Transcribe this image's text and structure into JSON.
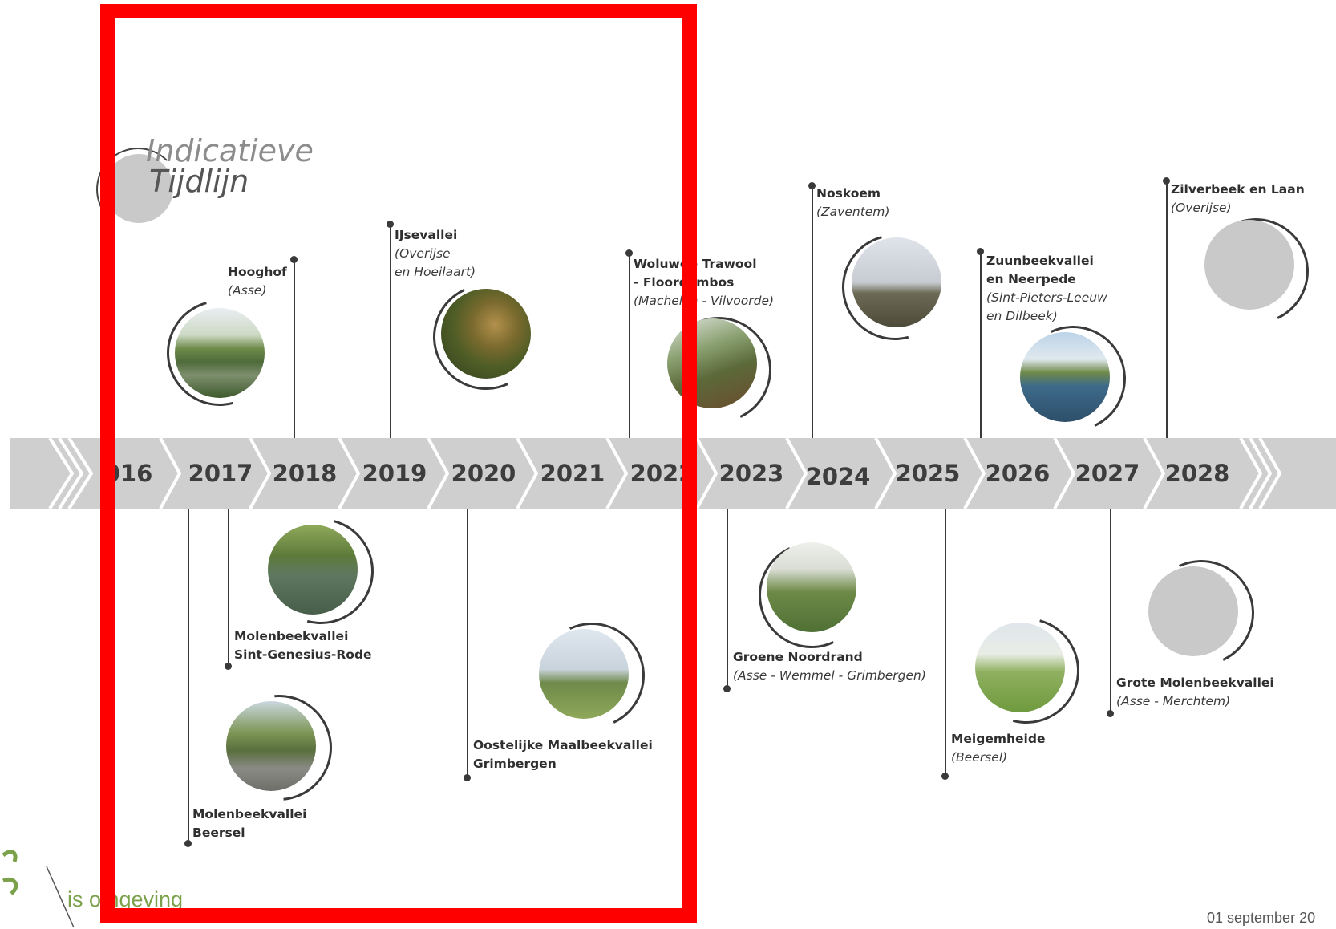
{
  "title": {
    "line1": "Indicatieve",
    "line2": "Tijdlijn"
  },
  "years": [
    "016",
    "2017",
    "2018",
    "2019",
    "2020",
    "2021",
    "2022",
    "2023",
    "2024",
    "2025",
    "2026",
    "2027",
    "2028"
  ],
  "projects": {
    "hooghof": {
      "name": "Hooghof",
      "sub": "(Asse)"
    },
    "ijsevallei": {
      "name": "IJsevallei",
      "sub1": "(Overijse",
      "sub2": "en Hoeilaart)"
    },
    "woluwe": {
      "name": "Woluwe - Trawool",
      "name2": "- Floordambos",
      "sub": "(Machelen - Vilvoorde)"
    },
    "noskoem": {
      "name": "Noskoem",
      "sub": "(Zaventem)"
    },
    "zuunbeek": {
      "name": "Zuunbeekvallei",
      "name2": "en Neerpede",
      "sub1": "(Sint-Pieters-Leeuw",
      "sub2": "en Dilbeek)"
    },
    "zilverbeek": {
      "name": "Zilverbeek en Laan",
      "sub": "(Overijse)"
    },
    "molen_sgr": {
      "name": "Molenbeekvallei",
      "name2": "Sint-Genesius-Rode"
    },
    "molen_beersel": {
      "name": "Molenbeekvallei",
      "name2": "Beersel"
    },
    "maalbeek": {
      "name": "Oostelijke Maalbeekvallei",
      "name2": "Grimbergen"
    },
    "groene": {
      "name": "Groene Noordrand",
      "sub": "(Asse - Wemmel - Grimbergen)"
    },
    "meigem": {
      "name": "Meigemheide",
      "sub": "(Beersel)"
    },
    "grote": {
      "name": "Grote Molenbeekvallei",
      "sub": "(Asse - Merchtem)"
    }
  },
  "footer": {
    "text": "is omgeving",
    "date": "01 september 20"
  },
  "colors": {
    "band": "#cfcfcf",
    "highlight": "#ff0000",
    "accent": "#7ba14a"
  }
}
